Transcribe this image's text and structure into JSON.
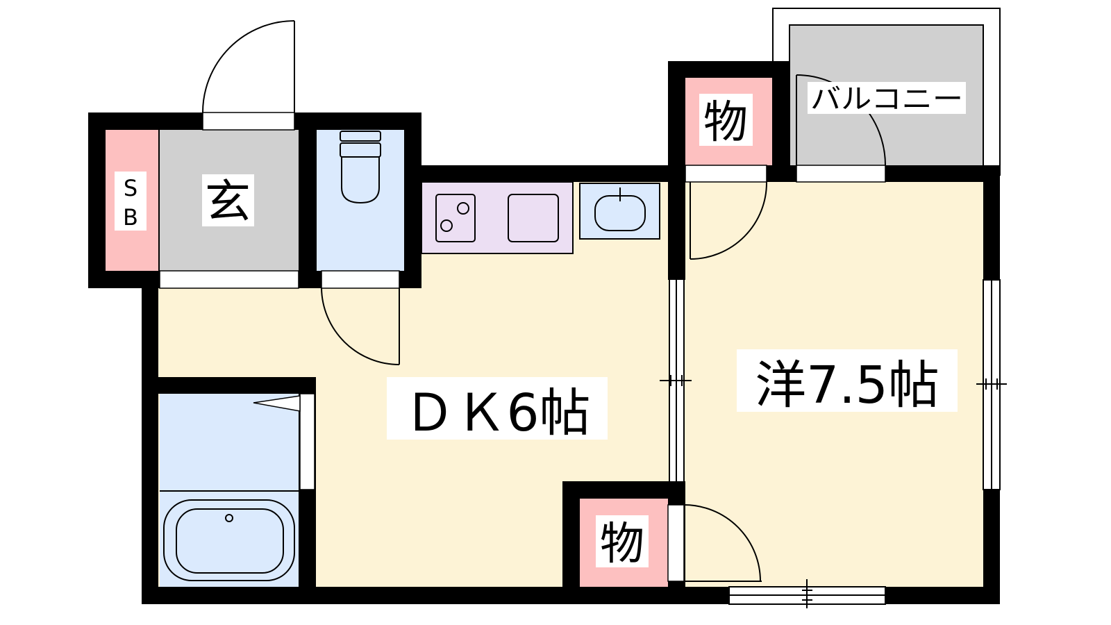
{
  "rooms": {
    "shoe_box": "SB",
    "shoe_box_line1": "S",
    "shoe_box_line2": "B",
    "entrance": "玄",
    "dining_kitchen": "ＤＫ6帖",
    "western_room": "洋7.5帖",
    "storage_top": "物",
    "storage_bottom": "物",
    "balcony": "バルコニー"
  },
  "colors": {
    "wall": "#000000",
    "floor": "#fdf3d6",
    "wet_area": "#dbeafd",
    "storage": "#fdc0c0",
    "entrance": "#d0d0d0",
    "kitchen": "#ecdff3"
  }
}
